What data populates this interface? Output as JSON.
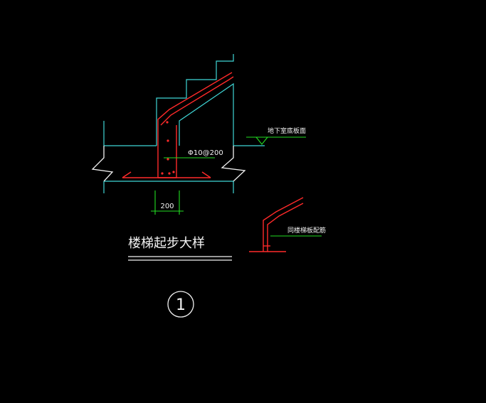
{
  "drawing": {
    "title": "楼梯起步大样",
    "detail_number": "1",
    "rebar_label": "Φ10@200",
    "dimension": "200",
    "floor_label": "地下室底板面",
    "note_label": "同楼梯板配筋"
  },
  "colors": {
    "background": "#000000",
    "outline": "#3fd6d6",
    "rebar": "#ff2a2a",
    "leader": "#22dd22",
    "text": "#f2f2f2"
  }
}
